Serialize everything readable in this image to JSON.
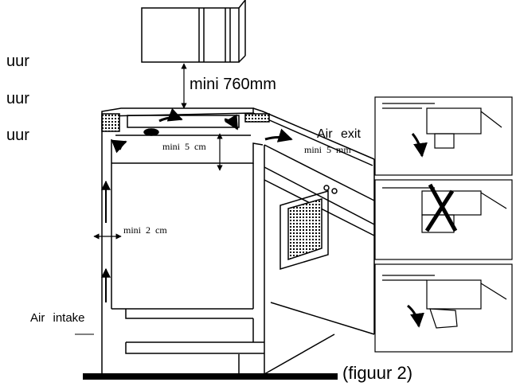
{
  "side_text": [
    "uur",
    "uur",
    "uur"
  ],
  "labels": {
    "min_760": "mini 760mm",
    "air_exit": "Air exit",
    "mini_5mm": "mini 5 mm",
    "mini_5cm": "mini 5 cm",
    "mini_2cm": "mini 2 cm",
    "air_intake": "Air intake",
    "figure": "(figuur 2)"
  },
  "colors": {
    "line": "#000000",
    "background": "#ffffff"
  }
}
